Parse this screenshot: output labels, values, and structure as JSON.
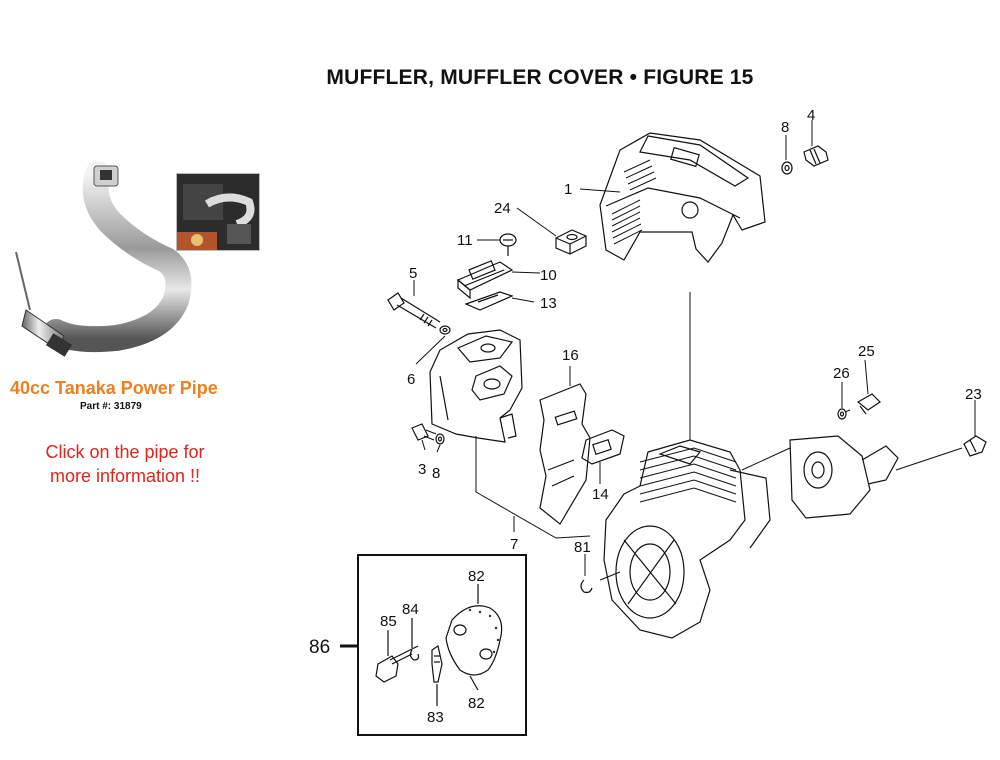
{
  "title": "MUFFLER, MUFFLER COVER  •  FIGURE 15",
  "promo": {
    "name": "40cc Tanaka Power Pipe",
    "part": "Part #: 31879",
    "note_line1": "Click on the pipe for",
    "note_line2": "more information !!"
  },
  "callouts": {
    "c1": "1",
    "c3": "3",
    "c4": "4",
    "c5": "5",
    "c6": "6",
    "c7": "7",
    "c8a": "8",
    "c8b": "8",
    "c10": "10",
    "c11": "11",
    "c13": "13",
    "c14": "14",
    "c16": "16",
    "c23": "23",
    "c24": "24",
    "c25": "25",
    "c26": "26",
    "c81": "81",
    "c82a": "82",
    "c82b": "82",
    "c83": "83",
    "c84": "84",
    "c85": "85",
    "c86": "86"
  },
  "colors": {
    "promo_name": "#f07f1d",
    "promo_note": "#e2231a",
    "line": "#111111"
  }
}
